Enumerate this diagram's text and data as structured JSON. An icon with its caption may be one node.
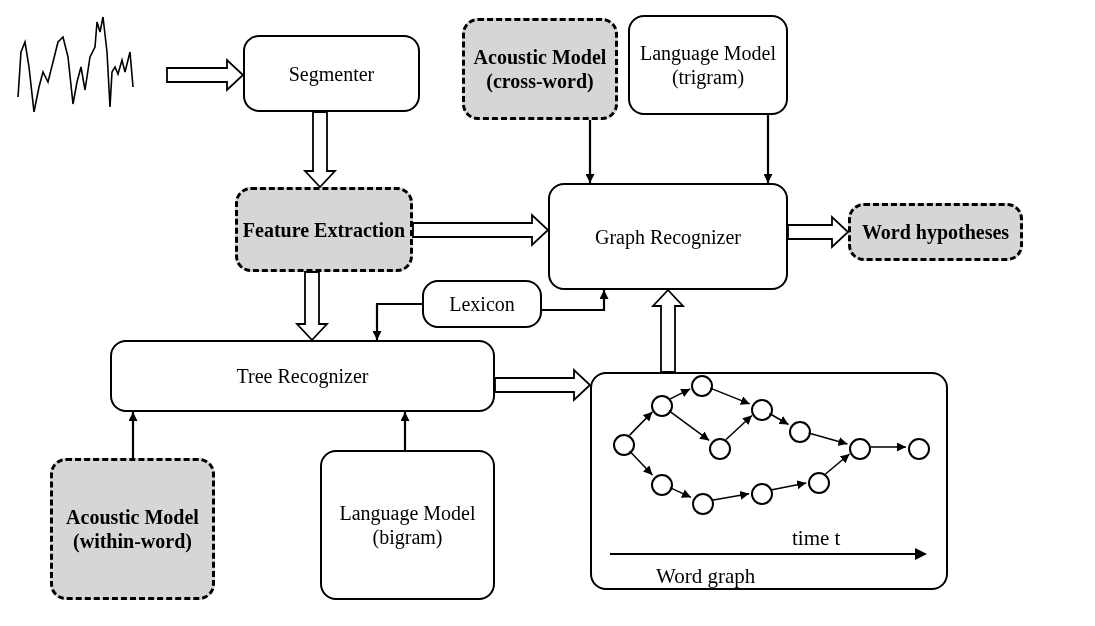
{
  "diagram": {
    "nodes": [
      {
        "text": [],
        "shape": "picture"
      },
      {
        "text": [
          "Segmenter"
        ]
      },
      {
        "text": [
          "Acoustic Model (cross-word)"
        ]
      },
      {
        "text": [
          "Language  Model (trigram)"
        ]
      },
      {
        "text": [
          "Feature Extraction"
        ]
      },
      {
        "text": [
          "Graph Recognizer"
        ]
      },
      {
        "text": [
          "Word hypotheses"
        ]
      },
      {
        "text": [
          "Lexicon"
        ]
      },
      {
        "text": [
          "Tree Recognizer"
        ]
      },
      {
        "text": [
          "Word graph"
        ]
      },
      {
        "text": [],
        "shape": "circle",
        "in": 9
      },
      {
        "text": [],
        "shape": "circle",
        "in": 9
      },
      {
        "text": [],
        "shape": "circle",
        "in": 9
      },
      {
        "text": [],
        "shape": "circle",
        "in": 9
      },
      {
        "text": [],
        "shape": "circle",
        "in": 9
      },
      {
        "text": [],
        "shape": "circle",
        "in": 9
      },
      {
        "text": [],
        "shape": "circle",
        "in": 9
      },
      {
        "text": [],
        "shape": "circle",
        "in": 9
      },
      {
        "text": [],
        "shape": "circle",
        "in": 9
      },
      {
        "text": [],
        "shape": "circle",
        "in": 9
      },
      {
        "text": [],
        "shape": "circle",
        "in": 9
      },
      {
        "text": [],
        "shape": "circle",
        "in": 9
      },
      {
        "text": [
          "Acoustic Model (within-word)"
        ]
      },
      {
        "text": [
          "Language  Model (bigram)"
        ]
      }
    ],
    "edges": [
      {
        "from": 0,
        "to": 1,
        "arrow": "to",
        "style": "thick"
      },
      {
        "from": 1,
        "to": 4,
        "arrow": "to",
        "style": "thick"
      },
      {
        "from": 4,
        "to": 5,
        "arrow": "to",
        "style": "thick"
      },
      {
        "from": 4,
        "to": 8,
        "arrow": "to",
        "style": "thick"
      },
      {
        "from": 2,
        "to": 5,
        "arrow": "to"
      },
      {
        "from": 3,
        "to": 5,
        "arrow": "to"
      },
      {
        "from": 5,
        "to": 6,
        "arrow": "to",
        "style": "thick"
      },
      {
        "from": 7,
        "to": 5,
        "arrow": "to"
      },
      {
        "from": 7,
        "to": 8,
        "arrow": "to"
      },
      {
        "from": 8,
        "to": 9,
        "arrow": "to",
        "style": "thick"
      },
      {
        "from": 9,
        "to": 5,
        "arrow": "to",
        "style": "thick"
      },
      {
        "from": 22,
        "to": 8,
        "arrow": "to"
      },
      {
        "from": 23,
        "to": 8,
        "arrow": "to"
      },
      {
        "from": 10,
        "to": 11,
        "arrow": "to"
      },
      {
        "from": 10,
        "to": 12,
        "arrow": "to"
      },
      {
        "from": 11,
        "to": 13,
        "arrow": "to"
      },
      {
        "from": 11,
        "to": 15,
        "arrow": "to"
      },
      {
        "from": 13,
        "to": 16,
        "arrow": "to"
      },
      {
        "from": 15,
        "to": 16,
        "arrow": "to"
      },
      {
        "from": 16,
        "to": 18,
        "arrow": "to"
      },
      {
        "from": 18,
        "to": 20,
        "arrow": "to"
      },
      {
        "from": 20,
        "to": 21,
        "arrow": "to"
      },
      {
        "from": 12,
        "to": 14,
        "arrow": "to"
      },
      {
        "from": 14,
        "to": 17,
        "arrow": "to"
      },
      {
        "from": 17,
        "to": 19,
        "arrow": "to"
      },
      {
        "from": 19,
        "to": 20,
        "arrow": "to"
      }
    ],
    "labels": [
      "time t"
    ]
  }
}
